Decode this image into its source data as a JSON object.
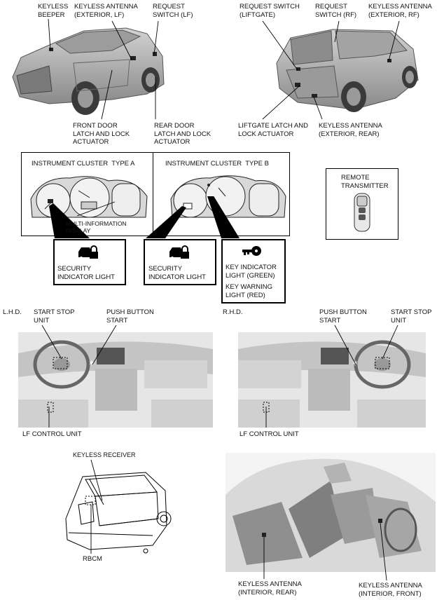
{
  "top": {
    "keyless_beeper": "KEYLESS\nBEEPER",
    "keyless_antenna_ext_lf": "KEYLESS ANTENNA\n(EXTERIOR, LF)",
    "request_switch_lf": "REQUEST\nSWITCH (LF)",
    "front_door_latch": "FRONT DOOR\nLATCH AND LOCK\nACTUATOR",
    "rear_door_latch": "REAR DOOR\nLATCH AND LOCK\nACTUATOR",
    "request_switch_liftgate": "REQUEST SWITCH\n(LIFTGATE)",
    "request_switch_rf": "REQUEST\nSWITCH (RF)",
    "keyless_antenna_ext_rf": "KEYLESS ANTENNA\n(EXTERIOR, RF)",
    "liftgate_latch": "LIFTGATE LATCH AND\nLOCK ACTUATOR",
    "keyless_antenna_ext_rear": "KEYLESS ANTENNA\n(EXTERIOR, REAR)"
  },
  "cluster": {
    "type_a": "INSTRUMENT CLUSTER  TYPE A",
    "type_b": "INSTRUMENT CLUSTER  TYPE B",
    "mid": "MULTI-INFORMATION\nDISPLAY",
    "security_a": "SECURITY\nINDICATOR LIGHT",
    "security_b": "SECURITY\nINDICATOR LIGHT",
    "key_indicator": "KEY INDICATOR\nLIGHT (GREEN)",
    "key_warning": "KEY WARNING\nLIGHT (RED)",
    "remote": "REMOTE\nTRANSMITTER"
  },
  "dash": {
    "lhd": "L.H.D.",
    "rhd": "R.H.D.",
    "start_stop_l": "START STOP\nUNIT",
    "push_button_l": "PUSH BUTTON\nSTART",
    "push_button_r": "PUSH BUTTON\nSTART",
    "start_stop_r": "START STOP\nUNIT",
    "lf_control_l": "LF CONTROL UNIT",
    "lf_control_r": "LF CONTROL UNIT"
  },
  "bottom": {
    "keyless_receiver": "KEYLESS RECEIVER",
    "rbcm": "RBCM",
    "antenna_int_rear": "KEYLESS ANTENNA\n(INTERIOR, REAR)",
    "antenna_int_front": "KEYLESS ANTENNA\n(INTERIOR, FRONT)"
  }
}
